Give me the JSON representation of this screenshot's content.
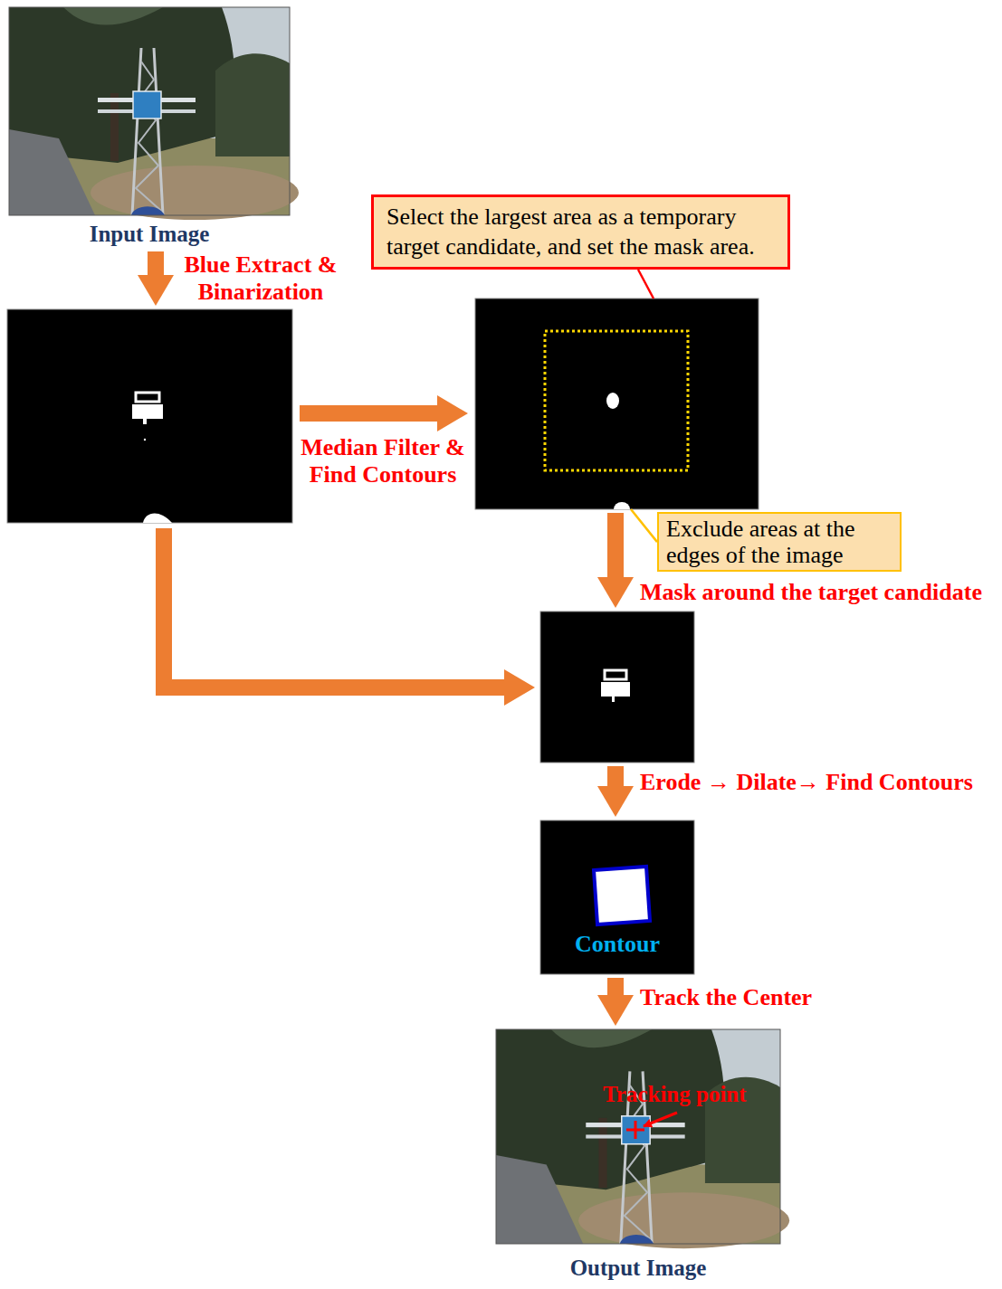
{
  "diagram": {
    "nodes": [
      {
        "text": [
          "Input Image"
        ]
      },
      {
        "text": []
      },
      {
        "text": []
      },
      {
        "text": [
          "Select the largest area as a temporary target candidate, and set the mask area."
        ]
      },
      {
        "text": [
          "Exclude areas at the edges of the image"
        ]
      },
      {
        "text": []
      },
      {
        "text": [
          "Contour"
        ]
      },
      {
        "text": [
          "Tracking point",
          "Output Image"
        ]
      }
    ],
    "edges": [
      {
        "from": 0,
        "to": 1,
        "arrow": "to",
        "label": "Blue Extract & Binarization"
      },
      {
        "from": 1,
        "to": 2,
        "arrow": "to",
        "label": "Median Filter & Find Contours"
      },
      {
        "from": 3,
        "to": 2,
        "arrow": "none"
      },
      {
        "from": 4,
        "to": 2,
        "arrow": "none"
      },
      {
        "from": 2,
        "to": 5,
        "arrow": "to",
        "label": "Mask around the target candidate"
      },
      {
        "from": 1,
        "to": 5,
        "arrow": "to"
      },
      {
        "from": 5,
        "to": 6,
        "arrow": "to",
        "label": "Erode → Dilate→ Find Contours"
      },
      {
        "from": 6,
        "to": 7,
        "arrow": "to",
        "label": "Track the Center"
      }
    ]
  }
}
